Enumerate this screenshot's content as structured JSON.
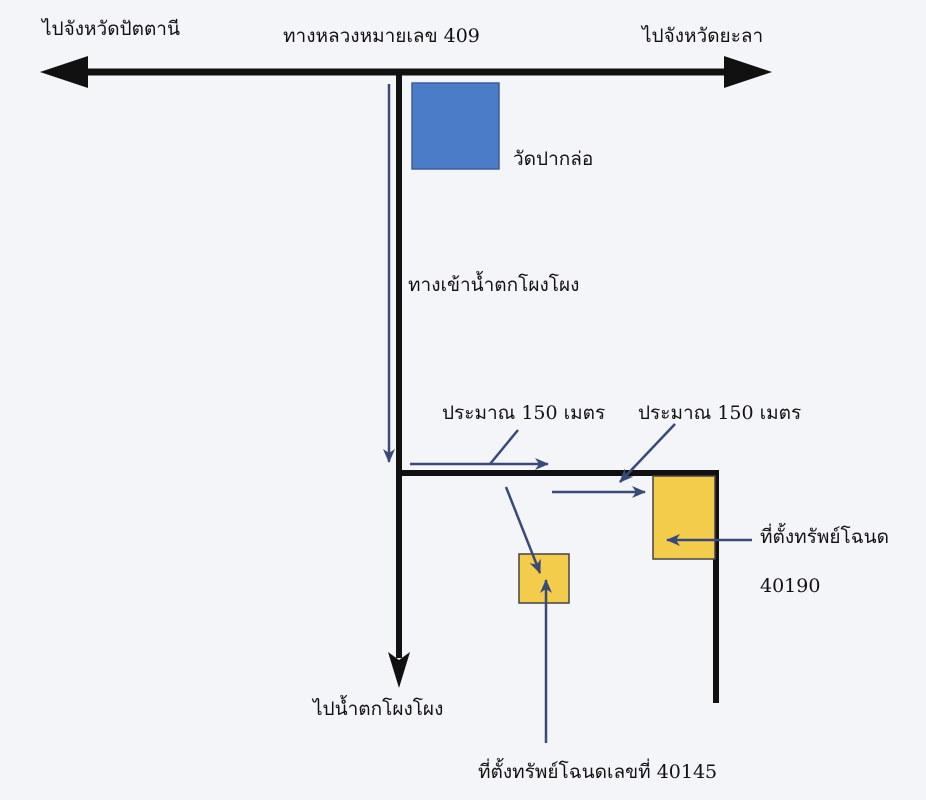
{
  "labels": {
    "to_pattani": "ไปจังหวัดปัตตานี",
    "highway": "ทางหลวงหมายเลข 409",
    "to_yala": "ไปจังหวัดยะลา",
    "temple": "วัดปากล่อ",
    "waterfall_entrance": "ทางเข้าน้ำตกโผงโผง",
    "distance_1": "ประมาณ 150 เมตร",
    "distance_2": "ประมาณ 150 เมตร",
    "parcel_40190_line1": "ที่ตั้งทรัพย์โฉนด",
    "parcel_40190_line2": "40190",
    "to_waterfall": "ไปน้ำตกโผงโผง",
    "parcel_40145": "ที่ตั้งทรัพย์โฉนดเลขที่ 40145"
  },
  "colors": {
    "road": "#111111",
    "arrow": "#3a4a78",
    "temple": "#4a7cc7",
    "parcel": "#f2cc4a",
    "background": "#f4f5f9"
  }
}
